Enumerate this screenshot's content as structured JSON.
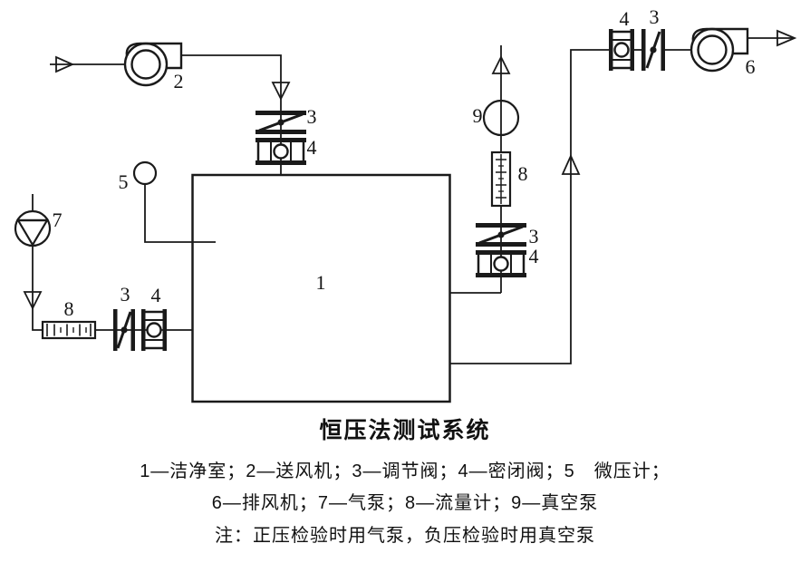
{
  "title": "恒压法测试系统",
  "legend": {
    "line1": "1—洁净室；2—送风机；3—调节阀；4—密闭阀；5　微压计；",
    "line2": "6—排风机；7—气泵；8—流量计；9—真空泵",
    "line3": "注：正压检验时用气泵，负压检验时用真空泵"
  },
  "labels": {
    "clean_room": "1",
    "supply_fan": "2",
    "regulating_valve": "3",
    "sealing_valve": "4",
    "micro_manometer": "5",
    "exhaust_fan": "6",
    "air_pump": "7",
    "flow_meter": "8",
    "vacuum_pump": "9"
  },
  "colors": {
    "ink": "#1a1a1a",
    "background": "#ffffff"
  }
}
